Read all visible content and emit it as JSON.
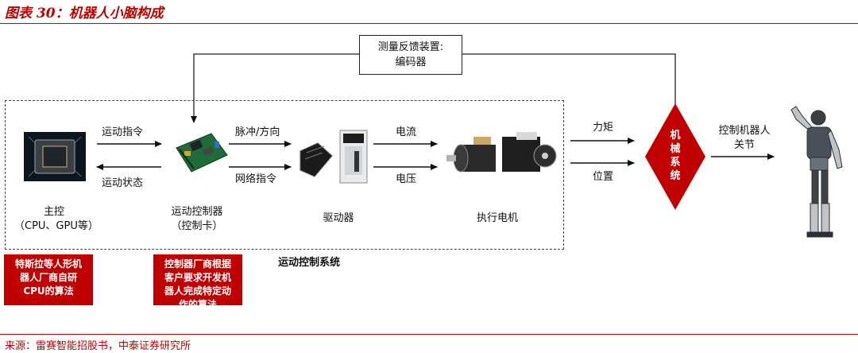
{
  "title": "图表 30：机器人小脑构成",
  "feedback_box": {
    "line1": "测量反馈装置:",
    "line2": "编码器"
  },
  "arrows": {
    "motion_command": "运动指令",
    "motion_state": "运动状态",
    "pulse_direction": "脉冲/方向",
    "network_command": "网络指令",
    "current": "电流",
    "voltage": "电压",
    "torque": "力矩",
    "position": "位置"
  },
  "nodes": {
    "main_control": {
      "line1": "主控",
      "line2": "（CPU、GPU等）"
    },
    "motion_controller": {
      "line1": "运动控制器",
      "line2": "（控制卡）"
    },
    "driver": {
      "label": "驱动器"
    },
    "actuator": {
      "label": "执行电机"
    },
    "mechanical_system": {
      "chars": [
        "机",
        "械",
        "系",
        "统"
      ]
    },
    "robot_joint": {
      "line1": "控制机器人",
      "line2": "关节"
    }
  },
  "system_label": "运动控制系统",
  "notes": {
    "left": [
      "特斯拉等人形机",
      "器人厂商自研",
      "CPU的算法"
    ],
    "middle": [
      "控制器厂商根据",
      "客户要求开发机",
      "器人完成特定动",
      "作的算法"
    ]
  },
  "source": "来源：雷赛智能招股书，中泰证券研究所",
  "colors": {
    "accent": "#c00000"
  }
}
